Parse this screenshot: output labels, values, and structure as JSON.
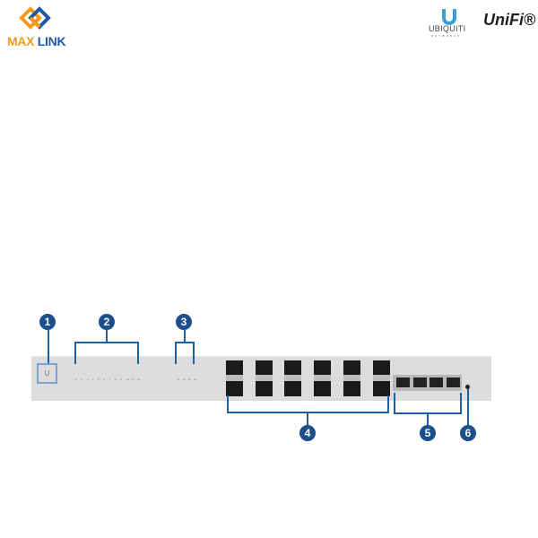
{
  "logos": {
    "maxlink": {
      "part1": "MAX",
      "part2": " LINK"
    },
    "ubiquiti": "UBIQUITI",
    "ubiquiti_sub": "NETWORKS",
    "unifi": "UniFi®"
  },
  "diagram": {
    "callouts": [
      "1",
      "2",
      "3",
      "4",
      "5",
      "6"
    ],
    "power_icon": "U",
    "sfp_leds": [
      "1",
      "2",
      "3",
      "4",
      "5",
      "6",
      "7",
      "8",
      "9",
      "10",
      "11",
      "12"
    ],
    "rj45_leds": [
      "13",
      "14",
      "15",
      "16"
    ],
    "colors": {
      "callout": "#1c4f8c",
      "line": "#1f5fa6",
      "chassis": "#dcdcdc"
    }
  }
}
